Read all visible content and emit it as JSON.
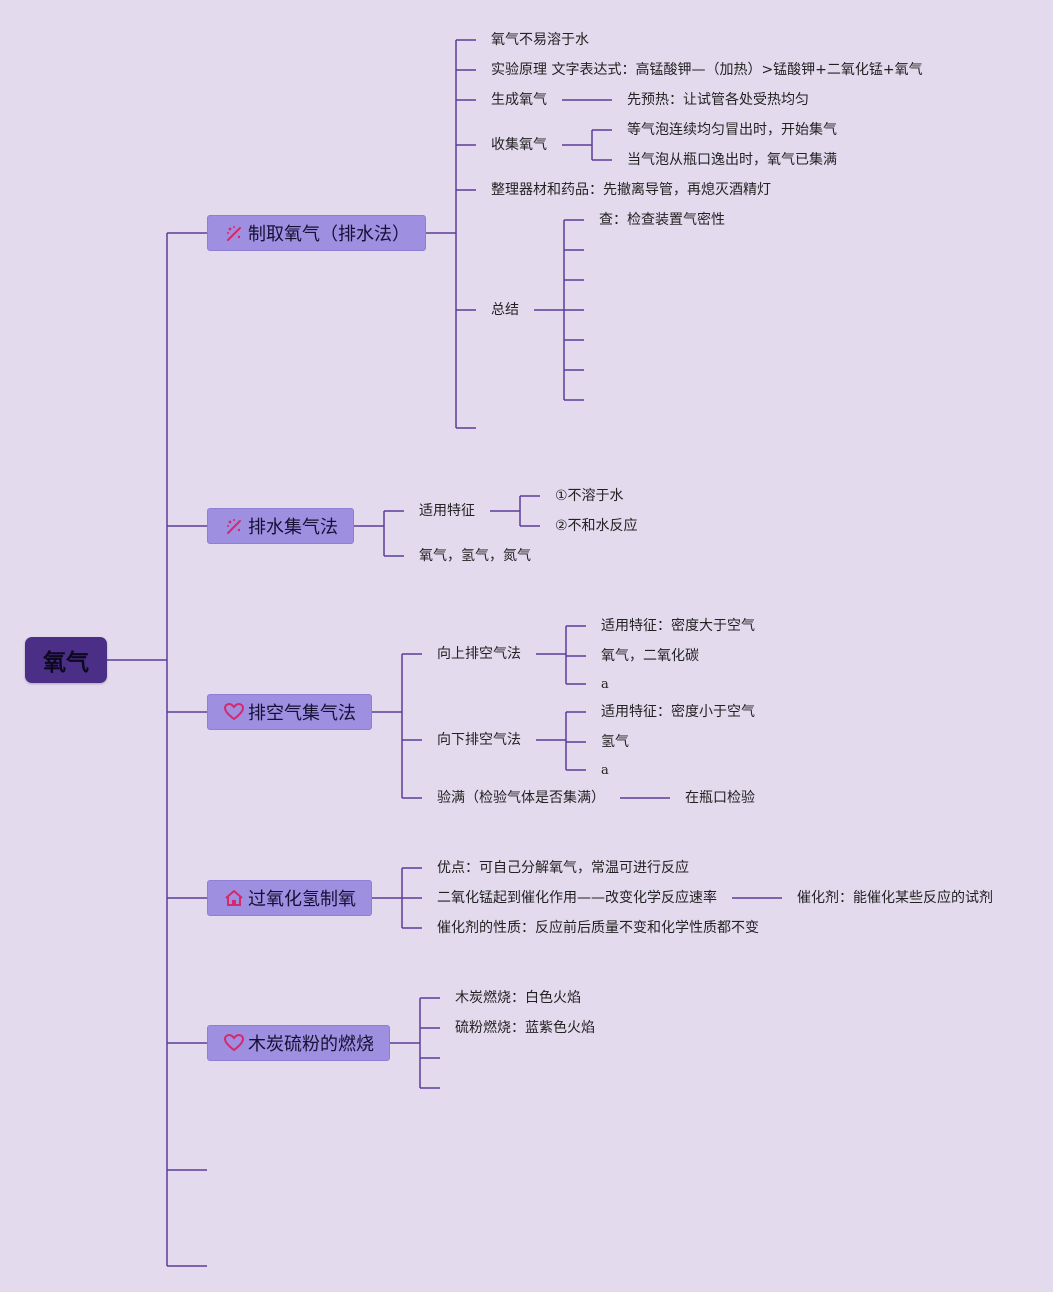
{
  "root": {
    "label": "氧气"
  },
  "branches": {
    "b1": {
      "label": "制取氧气（排水法）",
      "icon": "magic-wand-icon",
      "children": {
        "c1": "氧气不易溶于水",
        "c2": "实验原理 文字表达式：高锰酸钾—（加热）>锰酸钾+二氧化锰+氧气",
        "c3": "生成氧气",
        "c3a": "先预热：让试管各处受热均匀",
        "c4": "收集氧气",
        "c4a": "等气泡连续均匀冒出时，开始集气",
        "c4b": "当气泡从瓶口逸出时，氧气已集满",
        "c5": "整理器材和药品：先撤离导管，再熄灭酒精灯",
        "c6": "总结",
        "c6a": "查：检查装置气密性"
      }
    },
    "b2": {
      "label": "排水集气法",
      "icon": "magic-wand-icon",
      "children": {
        "c1": "适用特征",
        "c1a": "①不溶于水",
        "c1b": "②不和水反应",
        "c2": "氧气，氢气，氮气"
      }
    },
    "b3": {
      "label": "排空气集气法",
      "icon": "heart-icon",
      "children": {
        "c1": "向上排空气法",
        "c1a": "适用特征：密度大于空气",
        "c1b": "氧气，二氧化碳",
        "c1c": "a",
        "c2": "向下排空气法",
        "c2a": "适用特征：密度小于空气",
        "c2b": "氢气",
        "c2c": "a",
        "c3": "验满（检验气体是否集满）",
        "c3a": "在瓶口检验"
      }
    },
    "b4": {
      "label": "过氧化氢制氧",
      "icon": "home-icon",
      "children": {
        "c1": "优点：可自己分解氧气，常温可进行反应",
        "c2": "二氧化锰起到催化作用——改变化学反应速率",
        "c2a": "催化剂：能催化某些反应的试剂",
        "c3": "催化剂的性质：反应前后质量不变和化学性质都不变"
      }
    },
    "b5": {
      "label": "木炭硫粉的燃烧",
      "icon": "heart-icon",
      "children": {
        "c1": "木炭燃烧：白色火焰",
        "c2": "硫粉燃烧：蓝紫色火焰"
      }
    }
  },
  "colors": {
    "background": "#e4daee",
    "root_fill": "#4b2f86",
    "branch_fill": "#9e8fe0",
    "line": "#5c3d99",
    "icon_accent": "#d6286b"
  }
}
